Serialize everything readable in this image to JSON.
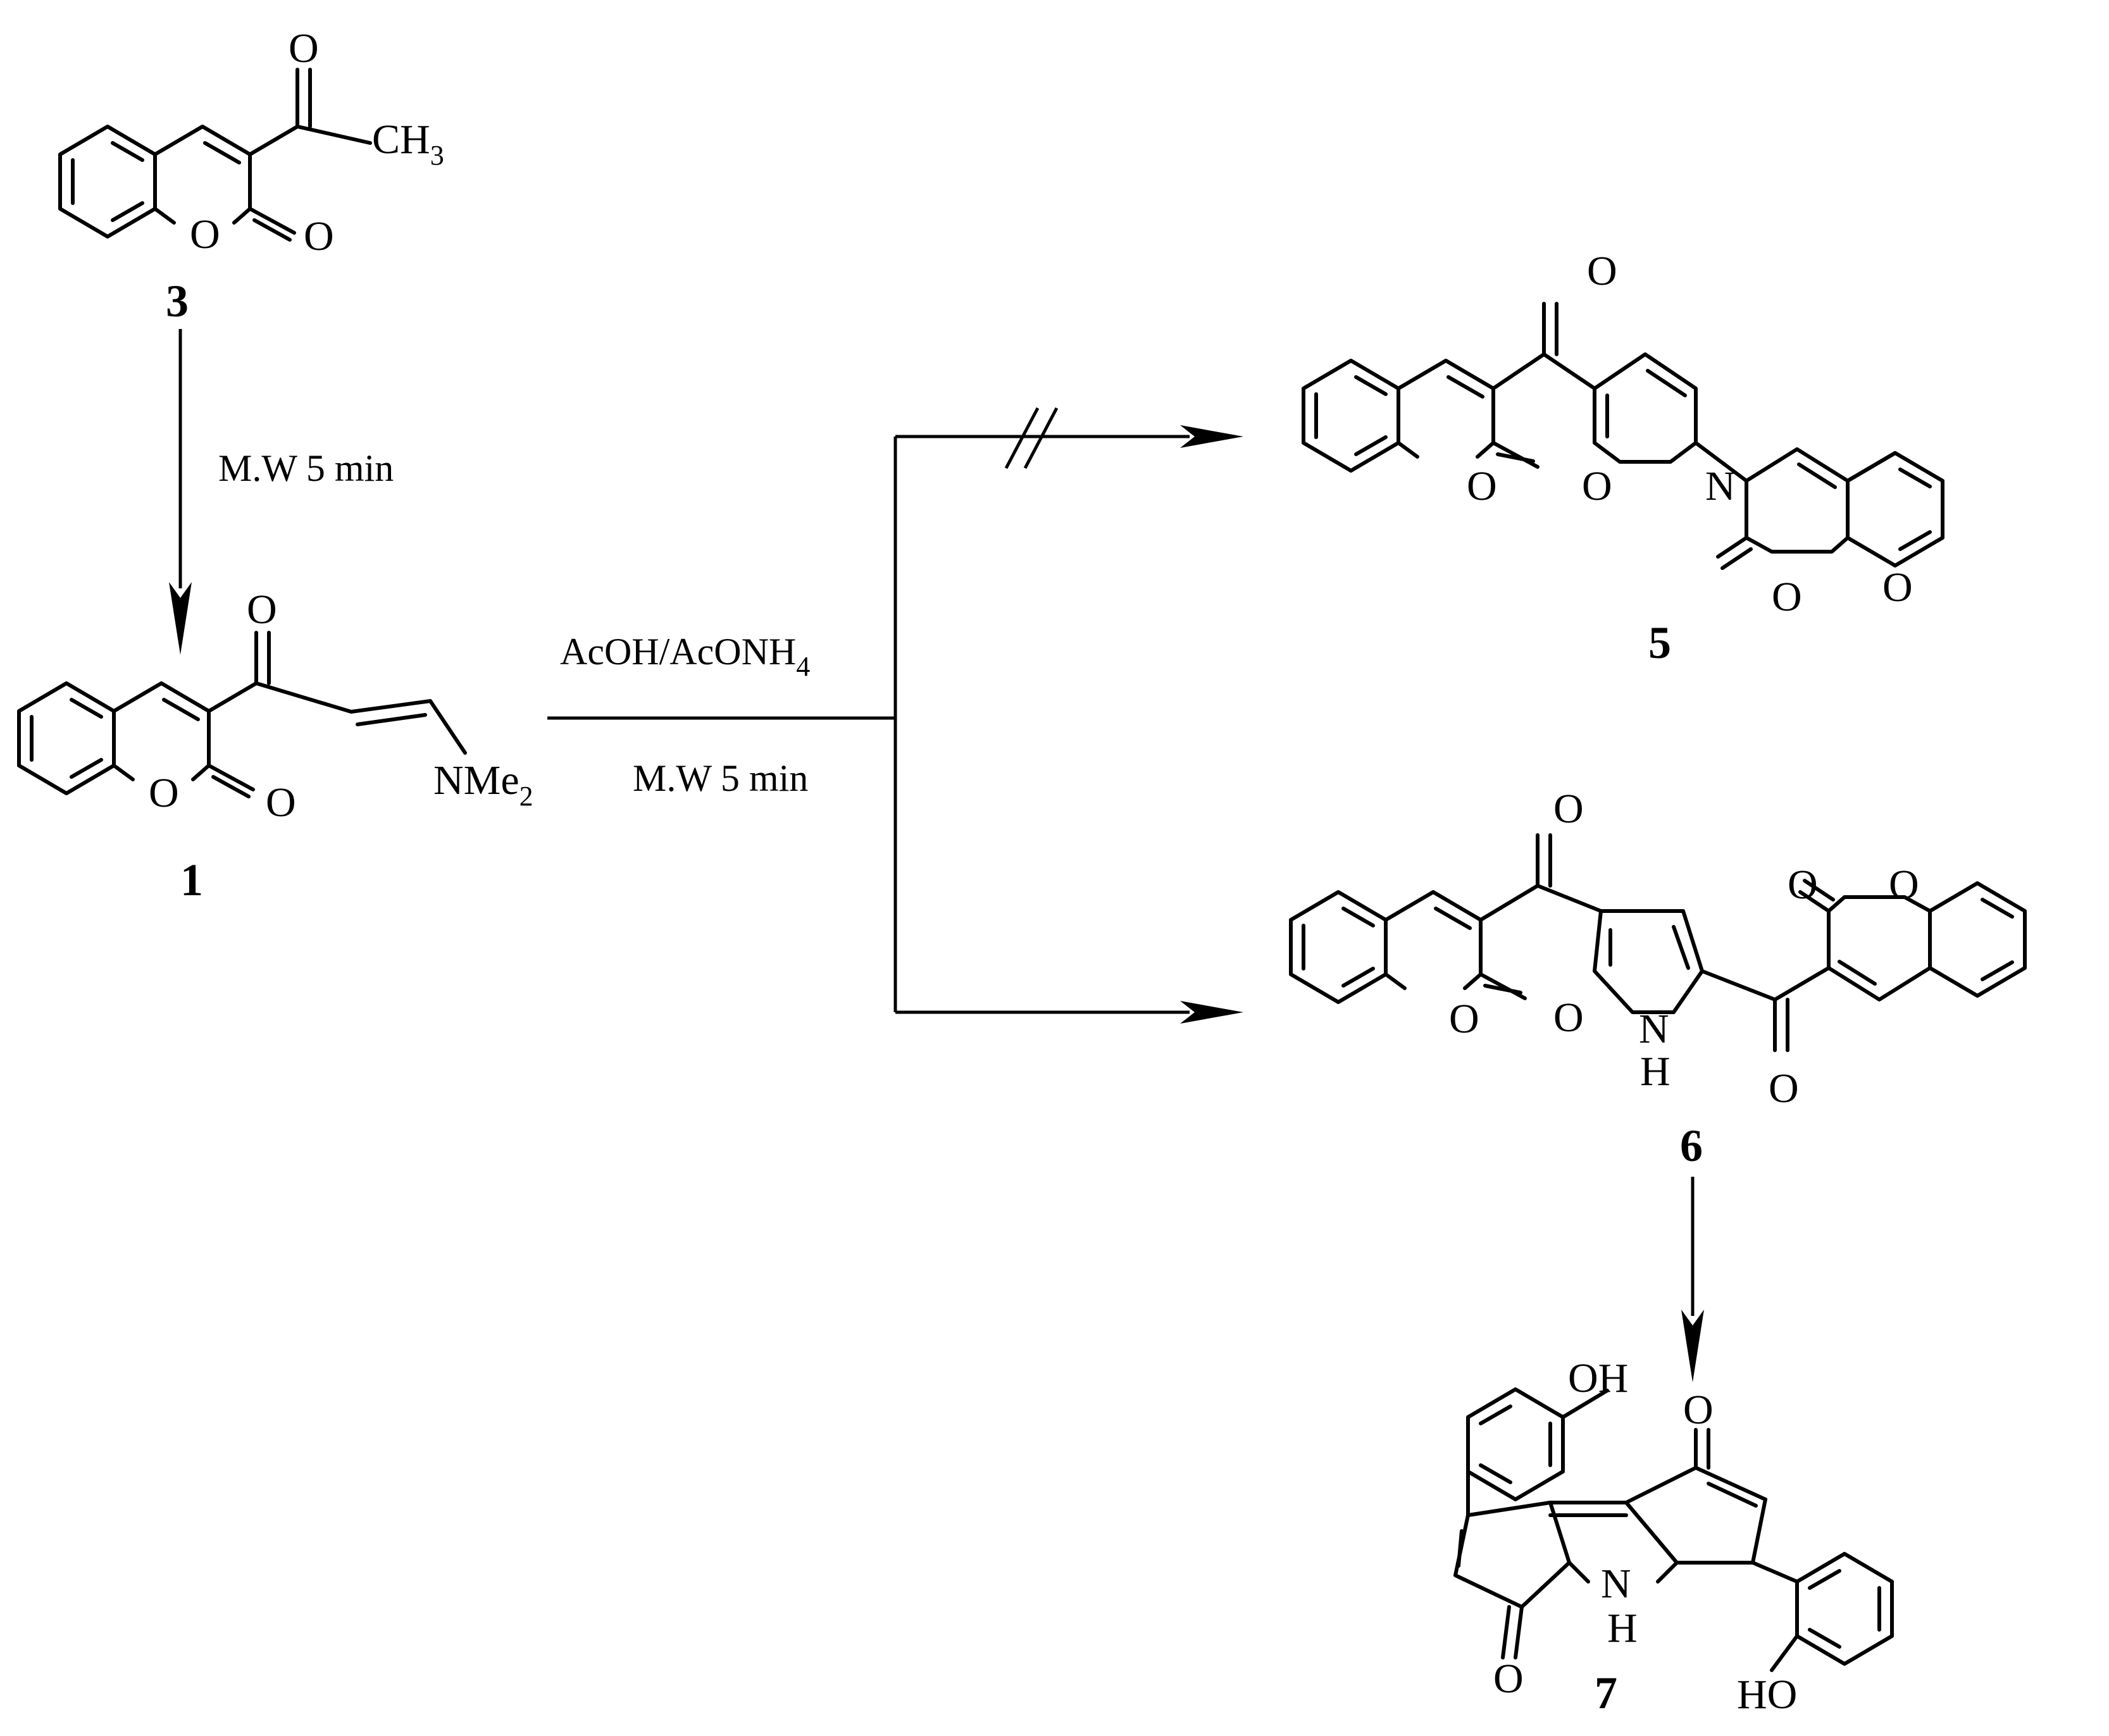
{
  "compounds": {
    "c3": {
      "label": "3",
      "substituent": "CH",
      "substituent_sub": "3"
    },
    "c1": {
      "label": "1",
      "amine": "NMe",
      "amine_sub": "2"
    },
    "c5": {
      "label": "5"
    },
    "c6": {
      "label": "6"
    },
    "c7": {
      "label": "7",
      "oh_top": "OH",
      "oh_bottom": "HO"
    }
  },
  "atoms": {
    "oxygen": "O",
    "nitrogen": "N",
    "hydrogen": "H",
    "nh": "NH"
  },
  "conditions": {
    "step1": "M.W 5 min",
    "step2_reagent": "AcOH/AcONH",
    "step2_reagent_sub": "4",
    "step2_time": "M.W 5 min"
  }
}
